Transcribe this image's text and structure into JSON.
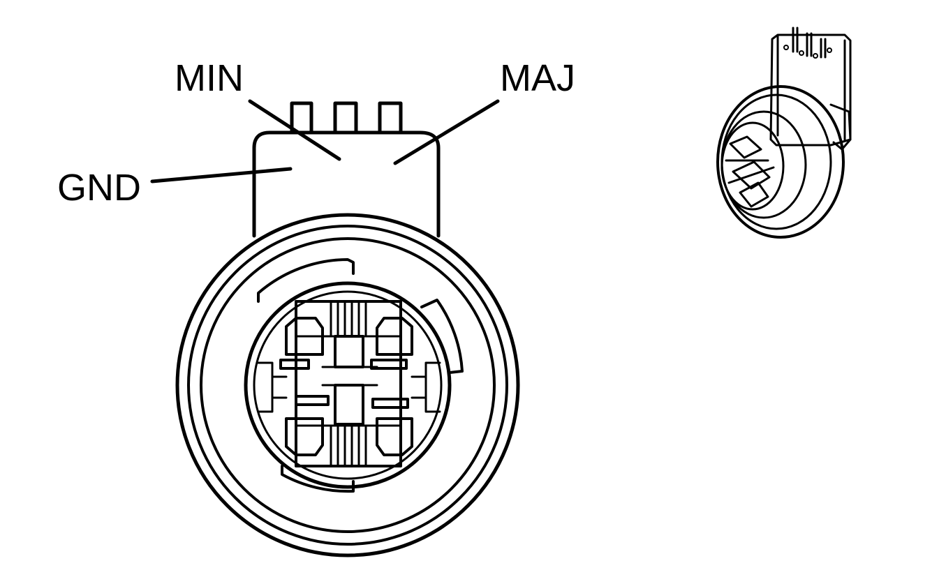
{
  "labels": {
    "min": "MIN",
    "maj": "MAJ",
    "gnd": "GND"
  },
  "colors": {
    "ink": "#000000",
    "background": "#ffffff"
  }
}
